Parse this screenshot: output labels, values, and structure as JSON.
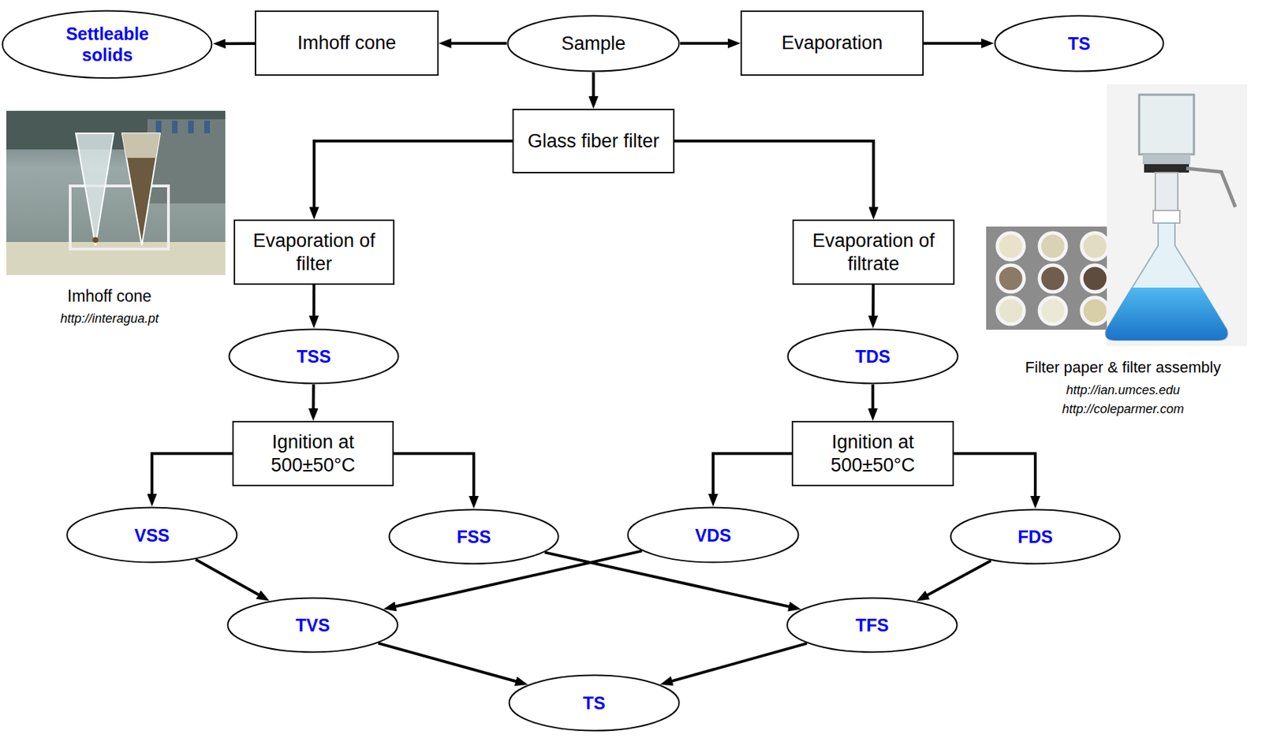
{
  "diagram": {
    "nodes": [
      {
        "text": [
          "Settleable solids"
        ]
      },
      {
        "text": [
          "Imhoff cone"
        ]
      },
      {
        "text": [
          "Sample"
        ]
      },
      {
        "text": [
          "Evaporation"
        ]
      },
      {
        "text": [
          "TS"
        ]
      },
      {
        "text": [
          "Glass fiber filter"
        ]
      },
      {
        "text": [
          "Evaporation of filter"
        ]
      },
      {
        "text": [
          "Evaporation of filtrate"
        ]
      },
      {
        "text": [
          "TSS"
        ]
      },
      {
        "text": [
          "TDS"
        ]
      },
      {
        "text": [
          "Ignition at 500±50°C"
        ]
      },
      {
        "text": [
          "Ignition at 500±50°C"
        ]
      },
      {
        "text": [
          "VSS"
        ]
      },
      {
        "text": [
          "FSS"
        ]
      },
      {
        "text": [
          "VDS"
        ]
      },
      {
        "text": [
          "FDS"
        ]
      },
      {
        "text": [
          "TVS"
        ]
      },
      {
        "text": [
          "TFS"
        ]
      },
      {
        "text": [
          "TS"
        ]
      }
    ],
    "edges": [
      {
        "from": 2,
        "to": 1,
        "arrow": "to"
      },
      {
        "from": 1,
        "to": 0,
        "arrow": "to"
      },
      {
        "from": 2,
        "to": 3,
        "arrow": "to"
      },
      {
        "from": 3,
        "to": 4,
        "arrow": "to"
      },
      {
        "from": 2,
        "to": 5,
        "arrow": "to"
      },
      {
        "from": 5,
        "to": 6,
        "arrow": "to"
      },
      {
        "from": 5,
        "to": 7,
        "arrow": "to"
      },
      {
        "from": 6,
        "to": 8,
        "arrow": "to"
      },
      {
        "from": 7,
        "to": 9,
        "arrow": "to"
      },
      {
        "from": 8,
        "to": 10,
        "arrow": "to"
      },
      {
        "from": 9,
        "to": 11,
        "arrow": "to"
      },
      {
        "from": 10,
        "to": 12,
        "arrow": "to"
      },
      {
        "from": 10,
        "to": 13,
        "arrow": "to"
      },
      {
        "from": 11,
        "to": 14,
        "arrow": "to"
      },
      {
        "from": 11,
        "to": 15,
        "arrow": "to"
      },
      {
        "from": 12,
        "to": 16,
        "arrow": "to"
      },
      {
        "from": 14,
        "to": 16,
        "arrow": "to"
      },
      {
        "from": 13,
        "to": 17,
        "arrow": "to"
      },
      {
        "from": 15,
        "to": 17,
        "arrow": "to"
      },
      {
        "from": 16,
        "to": 18,
        "arrow": "to"
      },
      {
        "from": 17,
        "to": 18,
        "arrow": "to"
      }
    ],
    "labels": [
      "Imhoff cone",
      "http://interagua.pt",
      "Filter paper & filter assembly",
      "http://ian.umces.edu",
      "http://coleparmer.com"
    ]
  }
}
